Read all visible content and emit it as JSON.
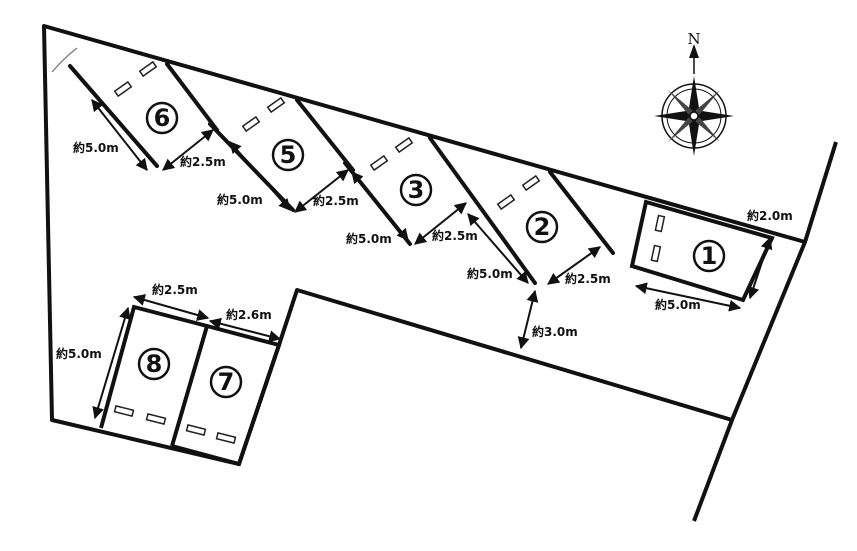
{
  "compass": {
    "north_label": "N"
  },
  "spaces": [
    {
      "id": "space-1",
      "number": "①"
    },
    {
      "id": "space-2",
      "number": "②"
    },
    {
      "id": "space-3",
      "number": "③"
    },
    {
      "id": "space-5",
      "number": "⑤"
    },
    {
      "id": "space-6",
      "number": "⑥"
    },
    {
      "id": "space-7",
      "number": "⑦"
    },
    {
      "id": "space-8",
      "number": "⑧"
    }
  ],
  "dimensions": {
    "len_6": "約5.0m",
    "wid_6": "約2.5m",
    "len_5": "約5.0m",
    "wid_5": "約2.5m",
    "len_3": "約5.0m",
    "wid_3": "約2.5m",
    "len_2": "約5.0m",
    "wid_2": "約2.5m",
    "wid_1": "約2.0m",
    "len_1": "約5.0m",
    "aisle": "約3.0m",
    "wid_8": "約2.5m",
    "wid_7": "約2.6m",
    "len_8": "約5.0m"
  }
}
